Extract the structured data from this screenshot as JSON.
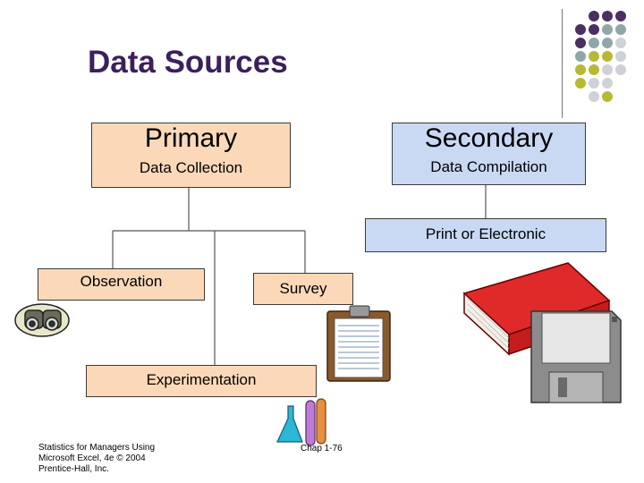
{
  "title": "Data Sources",
  "primary": {
    "heading": "Primary",
    "sub": "Data Collection"
  },
  "secondary": {
    "heading": "Secondary",
    "sub": "Data Compilation"
  },
  "print_electronic": "Print or Electronic",
  "observation": "Observation",
  "survey": "Survey",
  "experimentation": "Experimentation",
  "footer": [
    "Statistics for Managers Using",
    "Microsoft Excel, 4e © 2004",
    "Prentice-Hall, Inc."
  ],
  "page_number": "Chap 1-76",
  "colors": {
    "title": "#3d1f5c",
    "peach": "#fbd9b8",
    "blue": "#c9d9f3",
    "dot_purple": "#4a2f63",
    "dot_teal": "#8fa8a7",
    "dot_olive": "#b8b933",
    "dot_grey": "#d0d0d8"
  },
  "icons": [
    "binoculars-icon",
    "clipboard-icon",
    "test-tubes-icon",
    "book-icon",
    "floppy-disk-icon"
  ]
}
